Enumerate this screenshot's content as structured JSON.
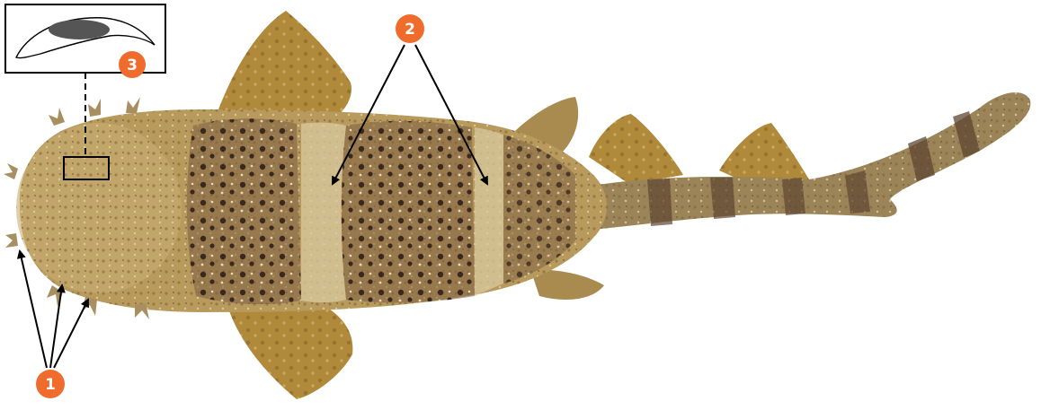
{
  "figure": {
    "subject_icon": "spotted-wobbegong-shark-dorsal-view",
    "background_color": "#ffffff",
    "shark_base_color": "#b79a5c",
    "shark_dark_color": "#4a3426",
    "shark_light_color": "#d9c9a0",
    "fin_color": "#b08a3a",
    "callout_color": "#ef6c2c",
    "callout_text_color": "#ffffff",
    "arrow_color": "#000000"
  },
  "callouts": [
    {
      "id": "1",
      "label": "1",
      "meaning_icon": "dermal-lobes"
    },
    {
      "id": "2",
      "label": "2",
      "meaning_icon": "saddle-markings"
    },
    {
      "id": "3",
      "label": "3",
      "meaning_icon": "eye-spiracle-detail"
    }
  ],
  "inset": {
    "icon": "spiracle-outline-icon",
    "fill_color": "#555555"
  }
}
